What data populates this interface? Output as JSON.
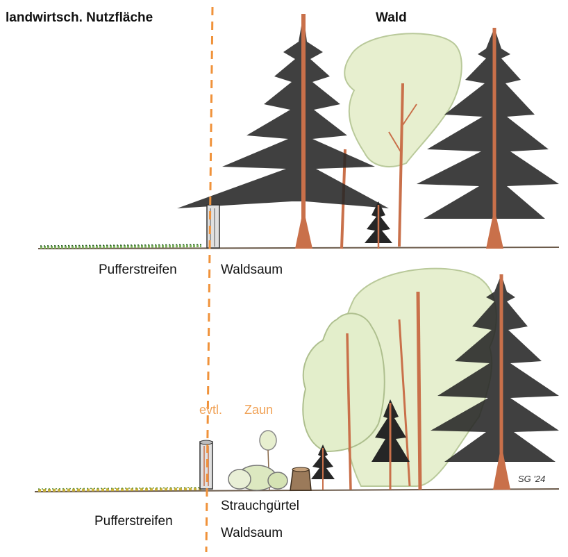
{
  "header": {
    "left_title": "landwirtsch. Nutzfläche",
    "right_title": "Wald"
  },
  "top_panel": {
    "left_label": "Pufferstreifen",
    "right_label": "Waldsaum"
  },
  "bottom_panel": {
    "left_label": "Pufferstreifen",
    "right_label_1": "Strauchgürtel",
    "right_label_2": "Waldsaum",
    "fence_label_1": "evtl.",
    "fence_label_2": "Zaun"
  },
  "signature": "SG '24",
  "colors": {
    "divider": "#f0923a",
    "annotation": "#f0a257",
    "conifer": "#1c1c1c",
    "trunk": "#c9704a",
    "deciduous_fill": "#e6f0cd",
    "grass": "#6aa84f"
  },
  "icons": [
    "spruce-tree-icon",
    "deciduous-tree-icon",
    "tree-stump-icon",
    "shrub-icon"
  ]
}
